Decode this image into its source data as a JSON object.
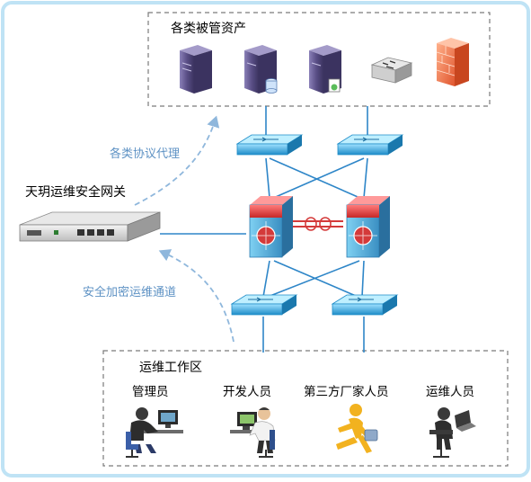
{
  "assets_box": {
    "title": "各类被管资产"
  },
  "gateway": {
    "name": "天玥运维安全网关"
  },
  "labels": {
    "protocol_proxy": "各类协议代理",
    "secure_channel": "安全加密运维通道"
  },
  "workspace": {
    "title": "运维工作区",
    "roles": [
      {
        "label": "管理员"
      },
      {
        "label": "开发人员"
      },
      {
        "label": "第三方厂家人员"
      },
      {
        "label": "运维人员"
      }
    ]
  },
  "colors": {
    "frame_border": "#bfe3f5",
    "dashed_box": "#7a7a7a",
    "link_blue": "#2e86c8",
    "curve_blue": "#8fb7dc",
    "label_blue": "#5e92c4",
    "core_red": "#d43a3a",
    "switch_blue": "#2a9fd6",
    "server_purple": "#5a4f86"
  }
}
